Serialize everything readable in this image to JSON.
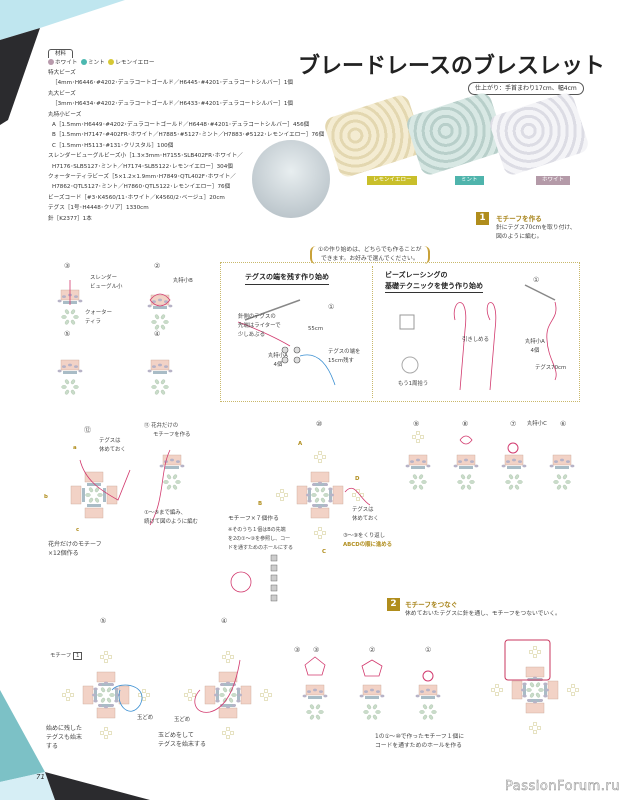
{
  "page_number": "71",
  "title": "ブレードレースのブレスレット",
  "finished_size": "仕上がり：手首まわり17cm、幅4cm",
  "materials": {
    "tag": "材料",
    "legend": [
      {
        "label": "ホワイト",
        "color": "#b89aac"
      },
      {
        "label": "ミント",
        "color": "#4cb8b0"
      },
      {
        "label": "レモンイエロー",
        "color": "#d6c834"
      }
    ],
    "lines": [
      "特大ビーズ",
      "［4mm･H6446･#4202･デュラコートゴールド／H6445･#4201･デュラコートシルバー］1個",
      "丸大ビーズ",
      "［3mm･H6434･#4202･デュラコートゴールド／H6433･#4201･デュラコートシルバー］1個",
      "丸特小ビーズ",
      "A［1.5mm･H6449･#4202･デュラコートゴールド／H6448･#4201･デュラコートシルバー］456個",
      "B［1.5mm･H7147･#402FR･ホワイト／H7885･#5127･ミント／H7883･#5122･レモンイエロー］76個",
      "C［1.5mm･H5113･#131･クリスタル］100個",
      "スレンダービューグルビーズ小［1.3×3mm･H7155･SLB402FR･ホワイト／",
      "H7176･SLB5127･ミント／H7174･SLB5122･レモンイエロー］304個",
      "クォーターティラビーズ［5×1.2×1.9mm･H7849･QTL402F･ホワイト／",
      "H7862･QTL5127･ミント／H7860･QTL5122･レモンイエロー］76個",
      "ビーズコード［#3･K4560/11･ホワイト／K4560/2･ベージュ］20cm",
      "テグス［1号･H4448･クリア］1330cm",
      "針［K2377］1本"
    ]
  },
  "colors_tags": [
    {
      "label": "レモンイエロー",
      "color": "#c9bf2a"
    },
    {
      "label": "ミント",
      "color": "#4fb4ac"
    },
    {
      "label": "ホワイト",
      "color": "#b49aa8"
    }
  ],
  "step1": {
    "num": "1",
    "title": "モチーフを作る",
    "text": [
      "針にテグス70cmを取り付け、",
      "図のように編む。"
    ]
  },
  "note": [
    "①の作り始めは、どちらでも作ることが",
    "できます。お好みで選んでください。"
  ],
  "start_a": {
    "heading": "テグスの端を残す作り始め",
    "step": "①",
    "labels": [
      "針側のテグスの",
      "先端はライターで",
      "少しあぶる"
    ],
    "len": "55cm",
    "beads": [
      "丸特小A",
      "4個"
    ],
    "tail": [
      "テグスの端を",
      "15cm残す"
    ]
  },
  "start_b": {
    "heading": [
      "ビーズレーシングの",
      "基礎テクニックを使う作り始め"
    ],
    "step": "①",
    "pull": "引きしめる",
    "again": "もう1周拾う",
    "beads": [
      "丸特小A",
      "4個"
    ],
    "thread": "テグス70cm"
  },
  "row1": {
    "s2": "②",
    "s2_label": "丸特小B",
    "s3": "③",
    "s3_labels": [
      "スレンダー",
      "ビューグル小"
    ],
    "s3_label2": [
      "クォーター",
      "ティラ"
    ],
    "s4": "④",
    "s5": "⑤"
  },
  "row2": {
    "s6": "⑥",
    "s7": "⑦",
    "s7_label": "丸特小C",
    "s8": "⑧",
    "s9": "⑨"
  },
  "s10": {
    "num": "⑩",
    "A": "A",
    "B": "B",
    "C": "C",
    "D": "D",
    "rest": [
      "テグスは",
      "休めておく"
    ],
    "text1": "モチーフ×７個作る",
    "note": [
      "※そのうち１個はBの先端",
      "を2の①〜③を参照し、コー",
      "ドを通すためのホールにする"
    ],
    "repeat": [
      "③〜⑨をくり返し",
      "ABCDの順に進める"
    ]
  },
  "s11": {
    "num": "⑪",
    "title": [
      "花弁だけの",
      "モチーフを作る"
    ],
    "text": [
      "①〜⑤まで編み、",
      "続けて図のように編む"
    ]
  },
  "s12": {
    "num": "⑫",
    "a": "a",
    "b": "b",
    "c": "c",
    "rest": [
      "テグスは",
      "休めておく"
    ],
    "text": [
      "花弁だけのモチーフ",
      "×12個作る"
    ]
  },
  "step2": {
    "num": "2",
    "title": "モチーフをつなぐ",
    "text": "休めておいたテグスに針を通し、モチーフをつないでいく。",
    "s1": "①",
    "s2": "②",
    "s3": "③",
    "caption": [
      "1の①〜⑩で作ったモチーフ１個に",
      "コードを通すためのホールを作る"
    ]
  },
  "bottom": {
    "s3": "③",
    "s4": "④",
    "s5": "⑤",
    "motif": "モチーフ",
    "motif_num": "1",
    "knot": "玉どめ",
    "text4": [
      "玉どめをして",
      "テグスを始末する"
    ],
    "text5": [
      "始めに残した",
      "テグスも始末",
      "する"
    ]
  },
  "watermark": "PassionForum.ru"
}
